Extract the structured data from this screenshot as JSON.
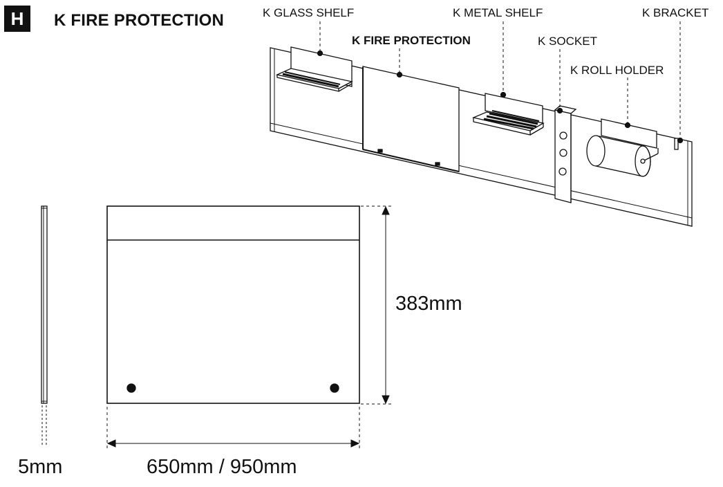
{
  "header": {
    "badge": "H",
    "title": "K FIRE PROTECTION"
  },
  "callouts": {
    "glass_shelf": "K GLASS SHELF",
    "fire_protection": "K FIRE PROTECTION",
    "metal_shelf": "K METAL SHELF",
    "socket": "K SOCKET",
    "roll_holder": "K ROLL HOLDER",
    "bracket": "K BRACKET"
  },
  "dimensions": {
    "thickness": "5mm",
    "width": "650mm / 950mm",
    "height": "383mm"
  }
}
